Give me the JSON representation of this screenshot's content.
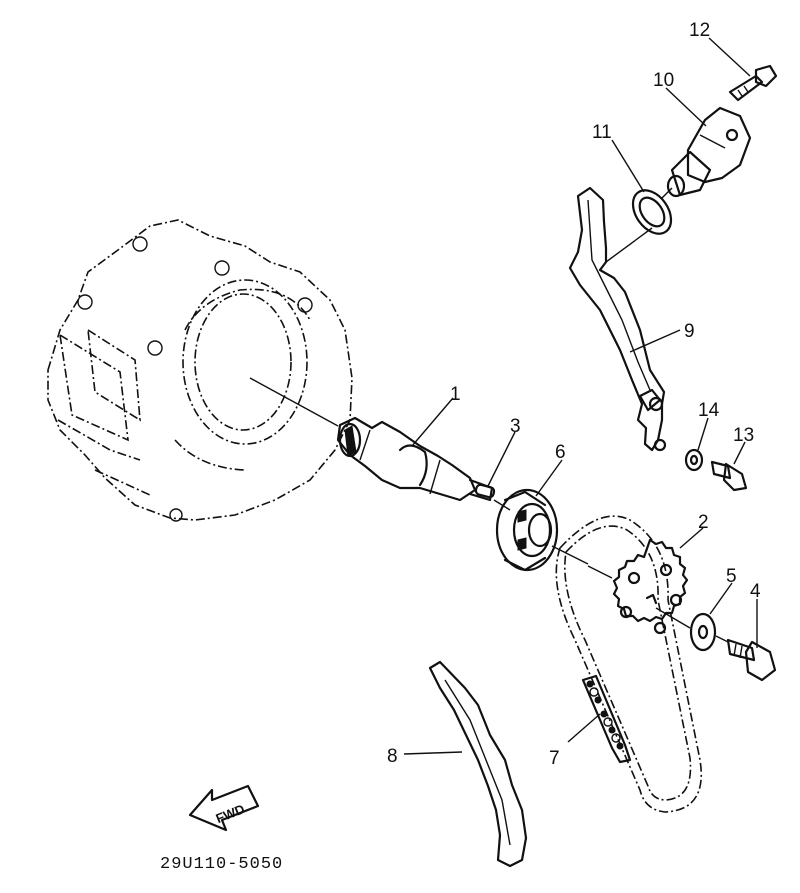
{
  "diagram": {
    "callouts": [
      {
        "id": "1",
        "text": "1"
      },
      {
        "id": "2",
        "text": "2"
      },
      {
        "id": "3",
        "text": "3"
      },
      {
        "id": "4",
        "text": "4"
      },
      {
        "id": "5",
        "text": "5"
      },
      {
        "id": "6",
        "text": "6"
      },
      {
        "id": "7",
        "text": "7"
      },
      {
        "id": "8",
        "text": "8"
      },
      {
        "id": "9",
        "text": "9"
      },
      {
        "id": "10",
        "text": "10"
      },
      {
        "id": "11",
        "text": "11"
      },
      {
        "id": "12",
        "text": "12"
      },
      {
        "id": "13",
        "text": "13"
      },
      {
        "id": "14",
        "text": "14"
      }
    ],
    "fwd_label": "FWD",
    "figure_code": "29U110-5050",
    "ink_color": "#111111",
    "background_color": "#ffffff"
  }
}
